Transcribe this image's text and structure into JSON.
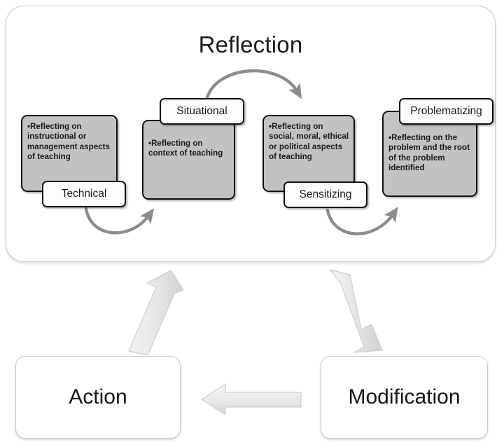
{
  "diagram": {
    "title": "Reflection",
    "panel_label": "reflection-cycle",
    "cards": [
      {
        "label": "Technical",
        "bullets": [
          "Reflecting on instructional or management aspects of teaching"
        ]
      },
      {
        "label": "Situational",
        "bullets": [
          "Reflecting on context of teaching"
        ]
      },
      {
        "label": "Sensitizing",
        "bullets": [
          "Reflecting on social, moral, ethical or political aspects of teaching"
        ]
      },
      {
        "label": "Problematizing",
        "bullets": [
          "Reflecting on the problem and the root of the problem identified"
        ]
      }
    ],
    "stages": [
      {
        "label": "Action"
      },
      {
        "label": "Modification"
      }
    ],
    "connectors": [
      {
        "name": "technical-to-situational",
        "style": "curved-arrow",
        "direction": "down-right"
      },
      {
        "name": "situational-to-sensitizing",
        "style": "curved-arrow",
        "direction": "up-right"
      },
      {
        "name": "sensitizing-to-problematizing",
        "style": "curved-arrow",
        "direction": "down-right"
      },
      {
        "name": "reflection-to-modification",
        "style": "block-arrow",
        "direction": "down-right"
      },
      {
        "name": "modification-to-action",
        "style": "block-arrow",
        "direction": "left"
      },
      {
        "name": "action-to-reflection",
        "style": "block-arrow",
        "direction": "up-right"
      }
    ],
    "colors": {
      "card_fill": "#c2c2c2",
      "card_border": "#121212",
      "panel_border": "#c9c9c9",
      "curve_arrow": "#8c8c8c",
      "block_arrow": "#e2e2e2",
      "block_arrow_border": "#cfcfcf",
      "text": "#1b1b1b"
    }
  }
}
